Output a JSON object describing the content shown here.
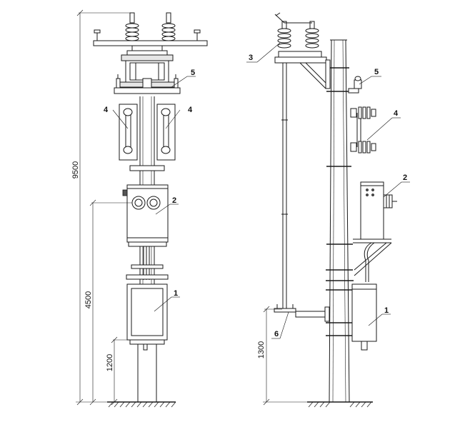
{
  "dimensions": {
    "total_height": "9500",
    "mid_height": "4500",
    "low_height_front": "1200",
    "low_height_side": "1300"
  },
  "callouts": {
    "c1": "1",
    "c2": "2",
    "c3": "3",
    "c4": "4",
    "c5": "5",
    "c6": "6"
  },
  "colors": {
    "line": "#1a1a1a",
    "background": "#ffffff"
  }
}
